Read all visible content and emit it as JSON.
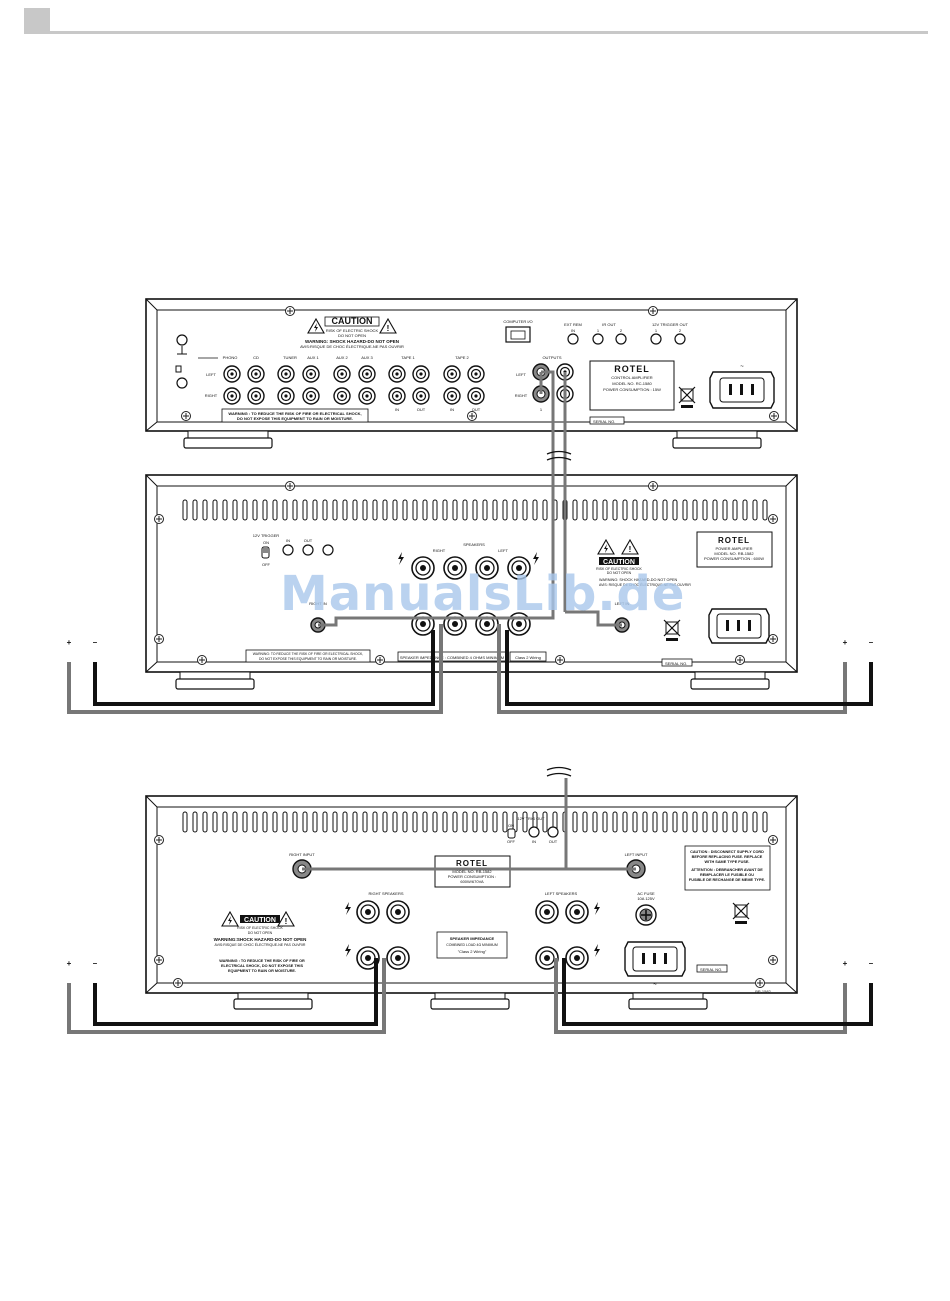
{
  "header": {
    "bar_color": "#c8c8c8"
  },
  "watermark": {
    "text": "ManualsLib.de",
    "color": "#a9c8ec"
  },
  "preamp": {
    "caution": "CAUTION",
    "caution_sub1": "RISK OF ELECTRIC SHOCK",
    "caution_sub2": "DO NOT OPEN",
    "warn_open": "WARNING: SHOCK HAZARD-DO NOT OPEN",
    "warn_fr": "AVIS:RISQUE DE CHOC ÉLECTRIQUE-NE PAS OUVRIR",
    "computer_io": "COMPUTER I/O",
    "ext_rem": "EXT REM",
    "ir_out": "IR OUT",
    "trigger_out": "12V TRIGGER OUT",
    "in": "IN",
    "one": "1",
    "two": "2",
    "phono": "PHONO",
    "cd": "CD",
    "tuner": "TUNER",
    "aux1": "AUX 1",
    "aux2": "AUX 2",
    "aux3": "AUX 3",
    "tape1": "TAPE 1",
    "tape2": "TAPE 2",
    "outputs": "OUTPUTS",
    "left": "LEFT",
    "right": "RIGHT",
    "out": "OUT",
    "brand": "ROTEL",
    "model1": "CONTROL AMPLIFIER",
    "model2": "MODEL NO. RC-1580",
    "model3": "POWER CONSUMPTION : 15W",
    "warning1": "WARNING : TO REDUCE THE RISK OF FIRE OR ELECTRICAL SHOCK,",
    "warning2": "DO NOT EXPOSE THIS EQUIPMENT TO RAIN OR MOISTURE.",
    "serial": "SERIAL NO."
  },
  "amp2": {
    "trigger": "12V TRIGGER",
    "on": "ON",
    "off": "OFF",
    "in": "IN",
    "out": "OUT",
    "speakers": "SPEAKERS",
    "right": "RIGHT",
    "left": "LEFT",
    "right_in": "RIGHT IN",
    "left_in": "LEFT IN",
    "caution": "CAUTION",
    "caution_sub1": "RISK OF ELECTRIC SHOCK",
    "caution_sub2": "DO NOT OPEN",
    "warn_open": "WARNING: SHOCK HAZARD-DO NOT OPEN",
    "warn_fr": "AVIS: RISQUE DE CHOC ÉLECTRIQUE-NE PAS OUVRIR",
    "brand": "ROTEL",
    "model1": "POWER AMPLIFIER",
    "model2": "MODEL NO. RB-1582",
    "model3": "POWER CONSUMPTION : 600W",
    "warning1": "WARNING: TO REDUCE THE RISK OF FIRE OR ELECTRICAL SHOCK,",
    "warning2": "DO NOT EXPOSE THIS EQUIPMENT TO RAIN OR MOISTURE.",
    "impedance": "SPEAKER IMPEDANCE : COMBINED 4 OHMS MINIMUM",
    "class2": "Class 2 Wiring",
    "serial": "SERIAL NO."
  },
  "amp3": {
    "trig_out": "12V TRIG OUT",
    "on": "ON",
    "off": "OFF",
    "in": "IN",
    "out": "OUT",
    "right_input": "RIGHT INPUT",
    "left_input": "LEFT INPUT",
    "brand": "ROTEL",
    "model1": "MODEL NO. RB-1582",
    "model2": "POWER CONSUMPTION :",
    "model3": "600W/670VA",
    "caution1": "CAUTION : DISCONNECT SUPPLY CORD",
    "caution2": "BEFORE REPLACING FUSE. REPLACE",
    "caution3": "WITH SAME TYPE FUSE.",
    "attention1": "ATTENTION : DEBRANCHER AVANT DE",
    "attention2": "REMPLACER LE FUSIBLE OU",
    "attention3": "FUSIBLE DE RECHANGE DE MEME TYPE.",
    "right_speakers": "RIGHT SPEAKERS",
    "left_speakers": "LEFT SPEAKERS",
    "ac_fuse1": "AC FUSE",
    "ac_fuse2": "10A 125V",
    "impedance1": "SPEAKER IMPEDANCE",
    "impedance2": "COMBINED LOAD 4Ω MINIMUM",
    "impedance3": "\"Class 2 Wiring\"",
    "caution": "CAUTION",
    "caution_sub1": "RISK OF ELECTRIC SHOCK",
    "caution_sub2": "DO NOT OPEN",
    "warn_open": "WARNING:SHOCK HAZARD-DO NOT OPEN",
    "warn_fr": "AVIS:RISQUE DE CHOC ÉLECTRIQUE-NE PAS OUVRIR",
    "warning1": "WARNING : TO REDUCE THE RISK OF FIRE OR",
    "warning2": "ELECTRICAL SHOCK, DO NOT EXPOSE THIS",
    "warning3": "EQUIPMENT TO RAIN OR MOISTURE.",
    "serial": "SERIAL NO.",
    "code": "BP-1582"
  },
  "speaker": {
    "plus": "+",
    "minus": "–"
  }
}
